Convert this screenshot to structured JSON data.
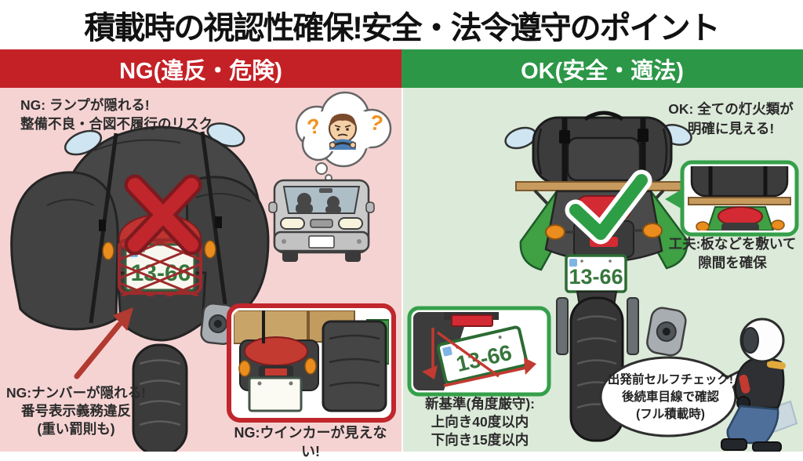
{
  "title": "積載時の視認性確保!安全・法令遵守のポイント",
  "ng": {
    "header": "NG(違反・危険)",
    "lamp_note_line1": "NG: ランプが隠れる!",
    "lamp_note_line2": "整備不良・合図不履行のリスク",
    "plate_note_line1": "NG:ナンバーが隠れる!",
    "plate_note_line2": "番号表示義務違反",
    "plate_note_line3": "(重い罰則も)",
    "inset_caption": "NG:ウインカーが見えない!",
    "license_plate": "13-66",
    "question_mark": "?"
  },
  "ok": {
    "header": "OK(安全・適法)",
    "lights_note_line1": "OK: 全ての灯火類が",
    "lights_note_line2": "明確に見える!",
    "tip_note_line1": "工夫:板などを敷いて",
    "tip_note_line2": "隙間を確保",
    "angle_note_line1": "新基準(角度厳守):",
    "angle_note_line2": "上向き40度以内",
    "angle_note_line3": "下向き15度以内",
    "bubble_line1": "出発前セルフチェック!",
    "bubble_line2": "後続車目線で確認",
    "bubble_line3": "(フル積載時)",
    "license_plate": "13-66"
  },
  "colors": {
    "ng_header_bg": "#c42127",
    "ok_header_bg": "#2c9747",
    "ng_panel_bg": "#f6d3d3",
    "ok_panel_bg": "#dcead9",
    "cross": "#c0262c",
    "check": "#2d9e45",
    "signal_orange": "#ea8c1e",
    "plate_digit_green": "#37763c"
  }
}
